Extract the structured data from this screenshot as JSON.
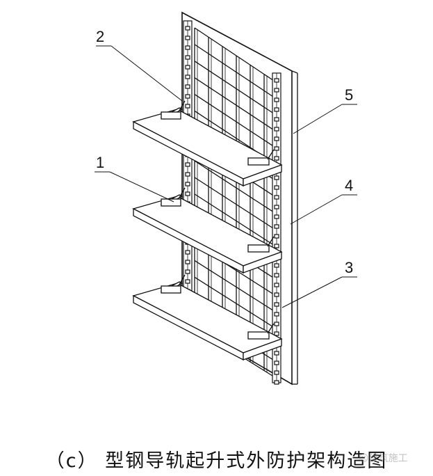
{
  "caption": "（c）  型钢导轨起升式外防护架构造图",
  "callouts": [
    {
      "label": "2"
    },
    {
      "label": "5"
    },
    {
      "label": "1"
    },
    {
      "label": "4"
    },
    {
      "label": "3"
    }
  ],
  "watermark": "☺建筑施工",
  "colors": {
    "line": "#111111",
    "fill": "#ffffff"
  }
}
